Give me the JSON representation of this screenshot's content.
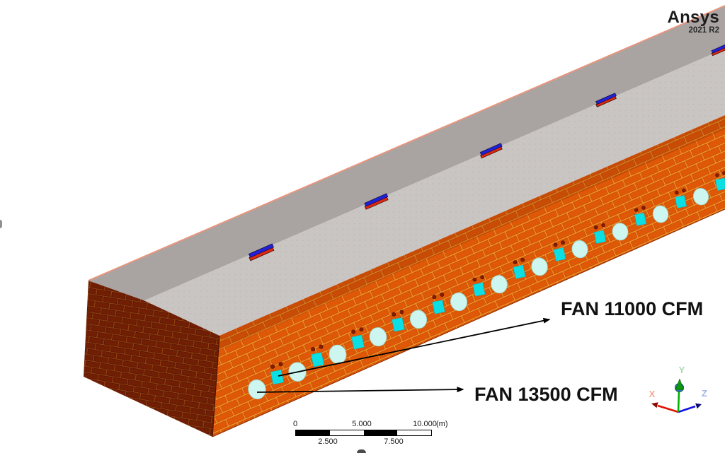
{
  "viewport": {
    "brand": "Ansys",
    "brand_version": "2021 R2"
  },
  "annotations": {
    "fan_square_label": "FAN 11000 CFM",
    "fan_circle_label": "FAN 13500 CFM"
  },
  "scale_bar": {
    "tick_0": "0",
    "tick_5": "5.000",
    "tick_10": "10.000",
    "unit": "(m)",
    "tick_2_5": "2.500",
    "tick_7_5": "7.500"
  },
  "triad": {
    "x_label": "X",
    "y_label": "Y",
    "z_label": "Z"
  },
  "scene": {
    "wall_fans": {
      "count": 24,
      "pattern": [
        "circle-fan",
        "square-fan"
      ]
    },
    "roof_vents": {
      "count": 5
    },
    "colors": {
      "background": "#ffffff",
      "roof_far_slope": "#a9a4a2",
      "roof_near_slope": "#c9c5c3",
      "roof_edge_line": "#e8967e",
      "brick_front": "#de5807",
      "brick_front_mortar": "#f0982e",
      "brick_end": "#701f05",
      "brick_end_mortar": "#93400f",
      "fan_circle": "#cdf6f0",
      "fan_square": "#0bdfe4",
      "vent_top_blue": "#2020d8",
      "vent_side_red": "#e02810",
      "wall_dot_red": "#8c1c00",
      "axis_x_red": "#e01000",
      "axis_y_green": "#00b400",
      "axis_z_blue": "#1212e0",
      "annotation_text": "#111111"
    }
  }
}
